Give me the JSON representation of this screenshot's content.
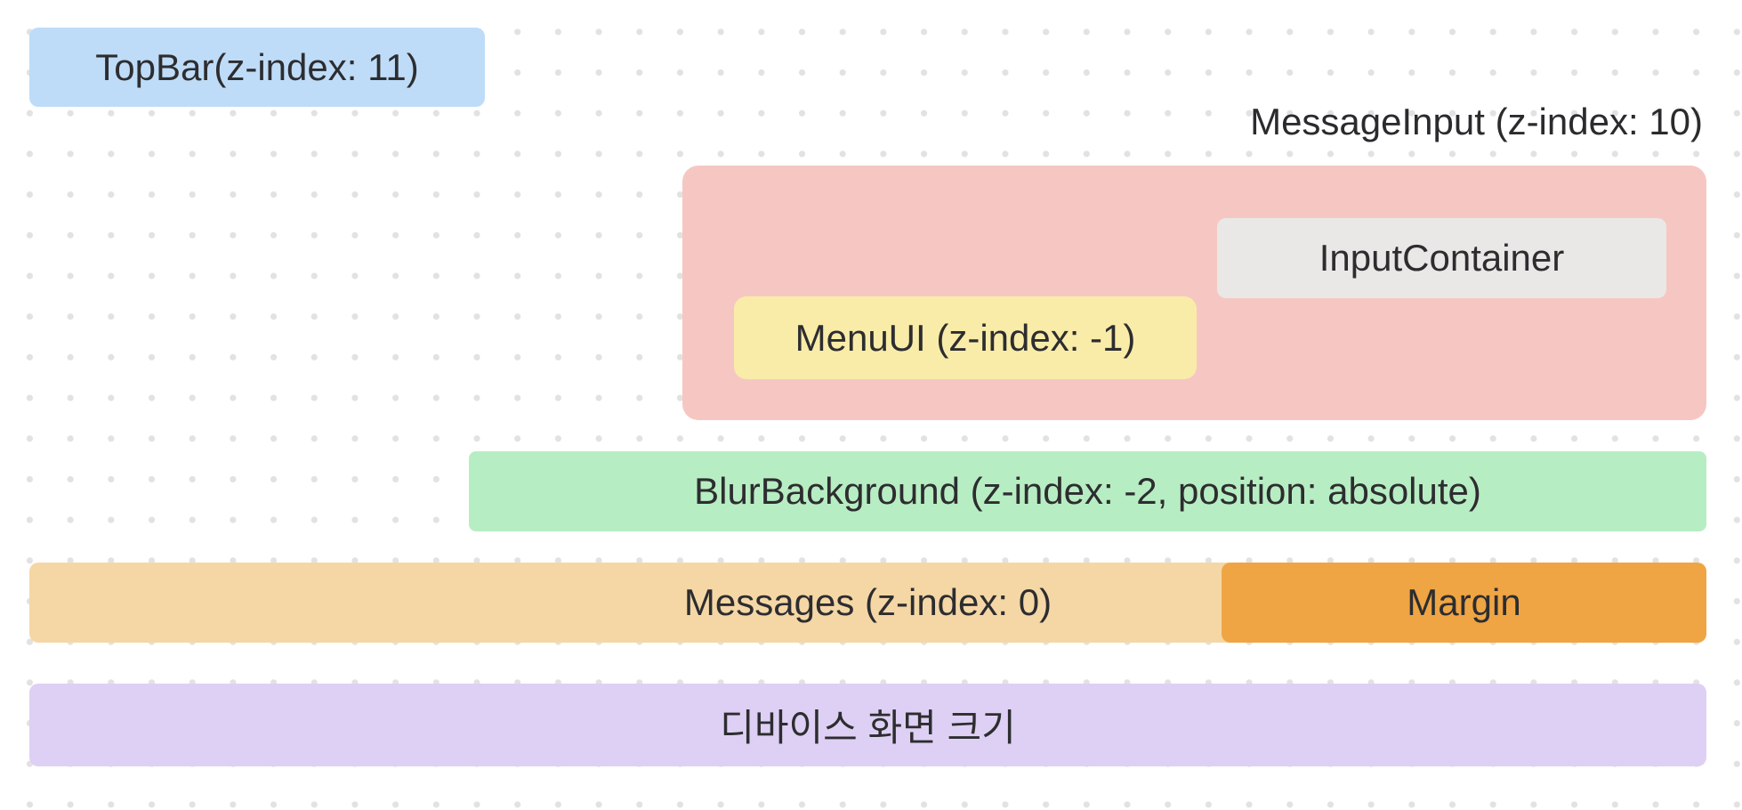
{
  "canvas": {
    "background_color": "#ffffff",
    "dot_color": "#e2e2e3",
    "text_color": "#2d2d30"
  },
  "layers": {
    "topbar": {
      "label": "TopBar(z-index: 11)",
      "color": "#bedcf8"
    },
    "message_input": {
      "label": "MessageInput (z-index: 10)",
      "color": "#f6c7c2"
    },
    "input_container": {
      "label": "InputContainer",
      "color": "#e9e8e6"
    },
    "menu_ui": {
      "label": "MenuUI (z-index: -1)",
      "color": "#f9eca8"
    },
    "blur_background": {
      "label": "BlurBackground (z-index: -2, position: absolute)",
      "color": "#b7edc2"
    },
    "messages": {
      "label": "Messages (z-index: 0)",
      "color": "#f5d7a6"
    },
    "margin": {
      "label": "Margin",
      "color": "#efa544"
    },
    "device_screen": {
      "label": "디바이스 화면 크기",
      "color": "#ded0f4"
    }
  }
}
